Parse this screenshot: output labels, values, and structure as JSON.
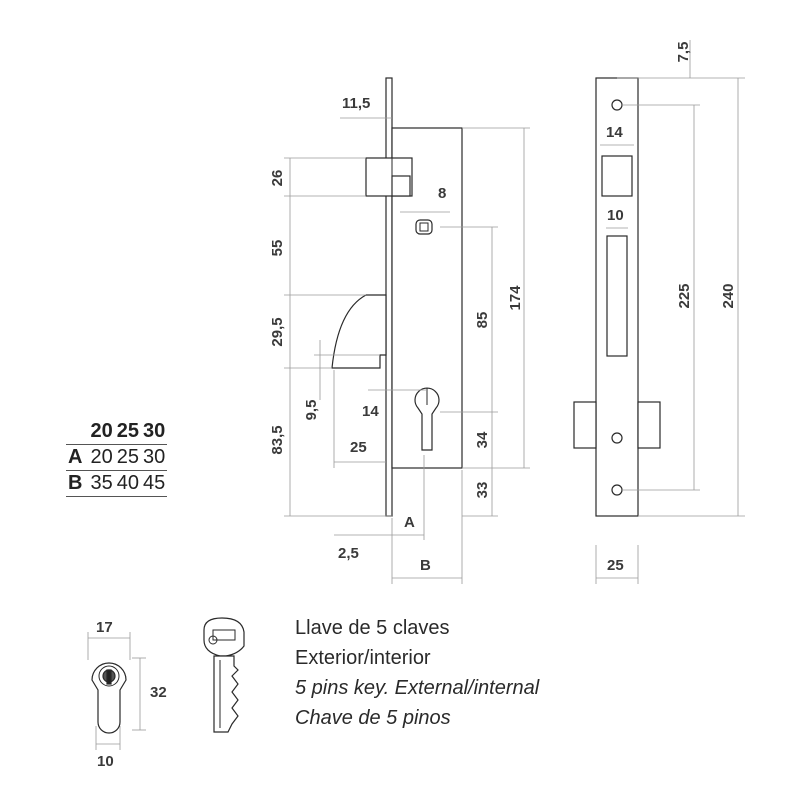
{
  "dimensions": {
    "d_7_5": "7,5",
    "d_11_5": "11,5",
    "d_26": "26",
    "d_8": "8",
    "d_14_top": "14",
    "d_10_top": "10",
    "d_55": "55",
    "d_174": "174",
    "d_225": "225",
    "d_240": "240",
    "d_85": "85",
    "d_29_5": "29,5",
    "d_9_5": "9,5",
    "d_14_mid": "14",
    "d_83_5": "83,5",
    "d_25_left": "25",
    "d_34": "34",
    "d_33": "33",
    "d_A": "A",
    "d_2_5": "2,5",
    "d_B": "B",
    "d_25_bottom": "25",
    "d_17": "17",
    "d_32": "32",
    "d_10_cyl": "10"
  },
  "size_table": {
    "headers": [
      "",
      "20",
      "25",
      "30"
    ],
    "rows": [
      {
        "label": "A",
        "values": [
          "20",
          "25",
          "30"
        ]
      },
      {
        "label": "B",
        "values": [
          "35",
          "40",
          "45"
        ]
      }
    ]
  },
  "captions": {
    "line1": "Llave de 5 claves",
    "line2": "Exterior/interior",
    "line3": "5 pins key. External/internal",
    "line4": "Chave de 5 pinos"
  }
}
